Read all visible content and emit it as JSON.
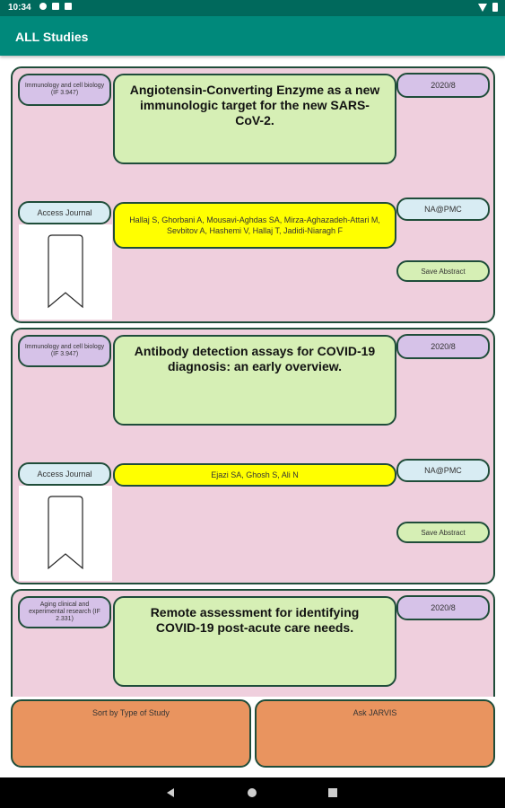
{
  "status_bar": {
    "time": "10:34"
  },
  "app_bar": {
    "title": "ALL Studies"
  },
  "studies": [
    {
      "journal": "Immunology and cell biology (IF 3.947)",
      "date": "2020/8",
      "title": "Angiotensin-Converting Enzyme as a new immunologic target for the new SARS-CoV-2.",
      "access_label": "Access Journal",
      "authors": "Hallaj S, Ghorbani A, Mousavi-Aghdas SA, Mirza-Aghazadeh-Attari M, Sevbitov A, Hashemi V, Hallaj T, Jadidi-Niaragh F",
      "pmc": "NA@PMC",
      "save_label": "Save Abstract"
    },
    {
      "journal": "Immunology and cell biology (IF 3.947)",
      "date": "2020/8",
      "title": "Antibody detection assays for COVID-19 diagnosis: an early overview.",
      "access_label": "Access Journal",
      "authors": "Ejazi SA, Ghosh S, Ali N",
      "pmc": "NA@PMC",
      "save_label": "Save Abstract"
    },
    {
      "journal": "Aging clinical and experimental research (IF 2.331)",
      "date": "2020/8",
      "title": "Remote assessment for identifying COVID-19 post-acute care needs."
    }
  ],
  "bottom_buttons": {
    "sort_label": "Sort by Type of Study",
    "ask_label": "Ask JARVIS"
  }
}
